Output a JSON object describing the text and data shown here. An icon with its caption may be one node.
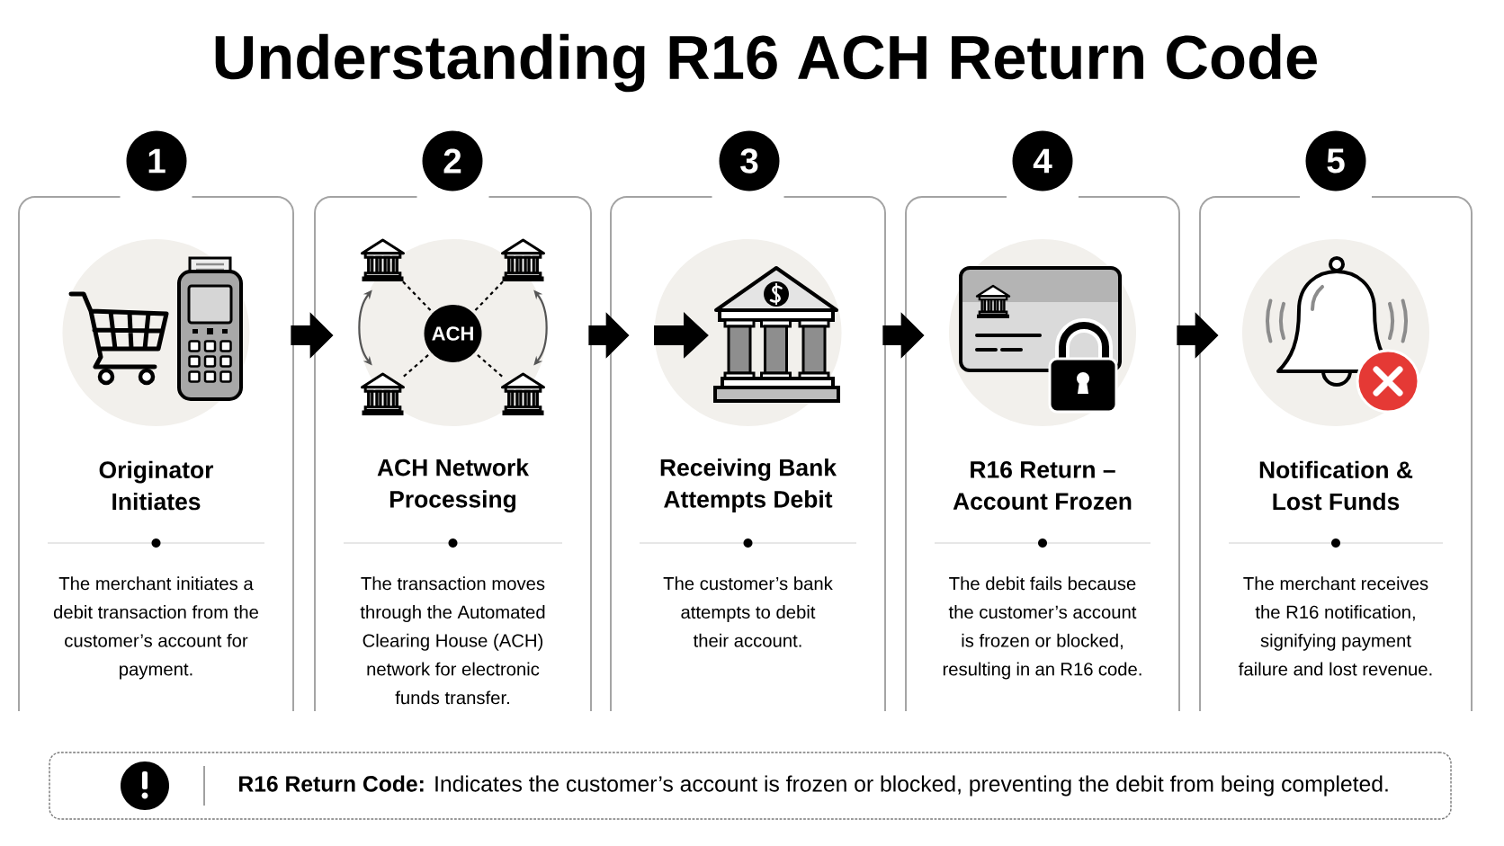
{
  "diagram": {
    "title": "Understanding R16 ACH Return Code",
    "nodes": [
      {
        "text": [
          "1"
        ]
      },
      {
        "text": [
          "Originator Initiates",
          "The merchant initiates a debit transaction from the customer’s account for payment."
        ]
      },
      {
        "text": [
          "2"
        ]
      },
      {
        "text": [
          "ACH Network Processing",
          "The transaction moves through the Automated Clearing House (ACH) network for electronic funds transfer."
        ]
      },
      {
        "text": [],
        "shape": "picture",
        "in": 3
      },
      {
        "text": [],
        "shape": "picture",
        "in": 3
      },
      {
        "text": [
          "ACH"
        ],
        "in": 3
      },
      {
        "text": [],
        "shape": "picture",
        "in": 3
      },
      {
        "text": [],
        "shape": "picture",
        "in": 3
      },
      {
        "text": [
          "3"
        ]
      },
      {
        "text": [
          "Receiving Bank Attempts Debit",
          "The customer’s bank attempts to debit their account."
        ]
      },
      {
        "text": [
          "4"
        ]
      },
      {
        "text": [
          "R16 Return – Account Frozen",
          "The debit fails because the customer’s account is frozen or blocked, resulting in an R16 code."
        ]
      },
      {
        "text": [
          "5"
        ]
      },
      {
        "text": [
          "Notification & Lost Funds",
          "The merchant receives the R16 notification, signifying payment failure and lost revenue."
        ]
      },
      {
        "text": [
          "**R16 Return Code:** Indicates the customer’s account is frozen or blocked, preventing the debit from being completed."
        ]
      }
    ],
    "edges": [
      {
        "from": 1,
        "to": 3,
        "arrow": "to",
        "style": "thick"
      },
      {
        "from": 3,
        "to": 10,
        "arrow": "to",
        "style": "thick"
      },
      {
        "from": 10,
        "to": 12,
        "arrow": "to",
        "style": "thick"
      },
      {
        "from": 12,
        "to": 14,
        "arrow": "to",
        "style": "thick"
      },
      {
        "from": 4,
        "to": 6,
        "arrow": "none",
        "style": "dashed"
      },
      {
        "from": 5,
        "to": 6,
        "arrow": "none",
        "style": "dashed"
      },
      {
        "from": 7,
        "to": 6,
        "arrow": "none",
        "style": "dashed"
      },
      {
        "from": 8,
        "to": 6,
        "arrow": "none",
        "style": "dashed"
      },
      {
        "from": 4,
        "to": 7,
        "arrow": "both",
        "color": "#555555"
      },
      {
        "from": 5,
        "to": 8,
        "arrow": "both",
        "color": "#555555"
      }
    ]
  }
}
